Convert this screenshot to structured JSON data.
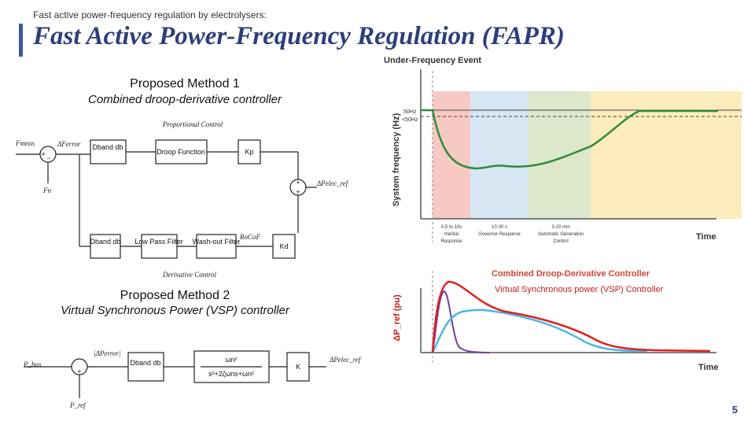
{
  "header": {
    "breadcrumb": "Fast active power-frequency regulation by electrolysers:",
    "title": "Fast Active Power-Frequency Regulation (FAPR)"
  },
  "method1": {
    "title": "Proposed Method 1",
    "subtitle": "Combined droop-derivative controller",
    "labels": {
      "proportional": "Proportional Control",
      "derivative": "Derivative Control",
      "fmeas": "Fmeas",
      "ferror": "ΔFerror",
      "fn": "Fn",
      "pelec": "ΔPelec_ref",
      "rocof": "RoCoF",
      "plus": "+",
      "minus": "−"
    },
    "blocks": {
      "dband": "Dband db",
      "droop": "Droop Function",
      "kp": "Kp",
      "dband2": "Dband db",
      "lowpass": "Low Pass Filter",
      "washout": "Wash-out Filter",
      "kd": "Kd"
    }
  },
  "method2": {
    "title": "Proposed Method 2",
    "subtitle": "Virtual Synchronous Power (VSP) controller",
    "labels": {
      "pbus": "P_bus",
      "pref": "P_ref",
      "perror": "|ΔPerror|",
      "pelec": "ΔPelec_ref"
    },
    "blocks": {
      "dband": "Dband db",
      "tf_num": "ωn²",
      "tf_den": "s²+2ζωns+ωn²",
      "k": "K"
    }
  },
  "chart1": {
    "title": "Under-Frequency Event",
    "ylabel": "System frequency (Hz)",
    "xlabel": "Time",
    "ytick_top": "50Hz",
    "ytick_bottom": "<50Hz",
    "phases": [
      {
        "line1": "0.5 to 10s",
        "line2": "Inertial",
        "line3": "Response",
        "color": "#f6c9c2"
      },
      {
        "line1": "10-30 s",
        "line2": "Governor Response",
        "line3": "",
        "color": "#d6e6f2"
      },
      {
        "line1": "3-20 min",
        "line2": "Automatic Generation",
        "line3": "Control",
        "color": "#dde7cc"
      },
      {
        "line1": "",
        "line2": "",
        "line3": "",
        "color": "#fde9b0"
      }
    ]
  },
  "chart2": {
    "legend_red": "Combined Droop-Derivative Controller",
    "legend_blue": "Virtual Synchronous power (VSP) Controller",
    "ylabel": "ΔP_ref (pu)",
    "xlabel": "Time"
  },
  "colors": {
    "title": "#2d3f7a",
    "accent_bar": "#3b5a9d",
    "freq_curve": "#2e8b3a",
    "red_curve": "#e02020",
    "blue_curve": "#4db6e6",
    "purple_curve": "#6a3fa0",
    "legend_red": "#d0453a",
    "legend_blue": "#c0201a"
  },
  "page_number": "5"
}
